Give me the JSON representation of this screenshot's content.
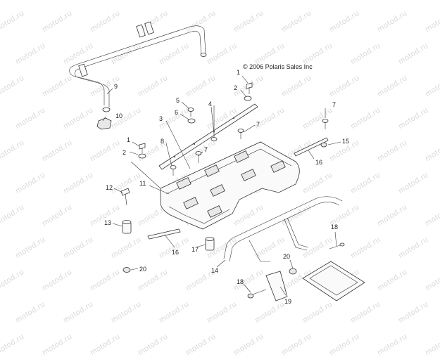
{
  "copyright": "© 2006 Polaris Sales Inc",
  "watermark_text": "motod.ru",
  "callouts": [
    {
      "id": "c1a",
      "label": "1"
    },
    {
      "id": "c2a",
      "label": "2"
    },
    {
      "id": "c3",
      "label": "3"
    },
    {
      "id": "c4",
      "label": "4"
    },
    {
      "id": "c5",
      "label": "5"
    },
    {
      "id": "c6",
      "label": "6"
    },
    {
      "id": "c7a",
      "label": "7"
    },
    {
      "id": "c7b",
      "label": "7"
    },
    {
      "id": "c7c",
      "label": "7"
    },
    {
      "id": "c8",
      "label": "8"
    },
    {
      "id": "c9",
      "label": "9"
    },
    {
      "id": "c10",
      "label": "10"
    },
    {
      "id": "c1b",
      "label": "1"
    },
    {
      "id": "c2b",
      "label": "2"
    },
    {
      "id": "c11",
      "label": "11"
    },
    {
      "id": "c12",
      "label": "12"
    },
    {
      "id": "c13",
      "label": "13"
    },
    {
      "id": "c14",
      "label": "14"
    },
    {
      "id": "c15",
      "label": "15"
    },
    {
      "id": "c16a",
      "label": "16"
    },
    {
      "id": "c16b",
      "label": "16"
    },
    {
      "id": "c17",
      "label": "17"
    },
    {
      "id": "c18a",
      "label": "18"
    },
    {
      "id": "c18b",
      "label": "18"
    },
    {
      "id": "c19",
      "label": "19"
    },
    {
      "id": "c20a",
      "label": "20"
    },
    {
      "id": "c20b",
      "label": "20"
    }
  ]
}
